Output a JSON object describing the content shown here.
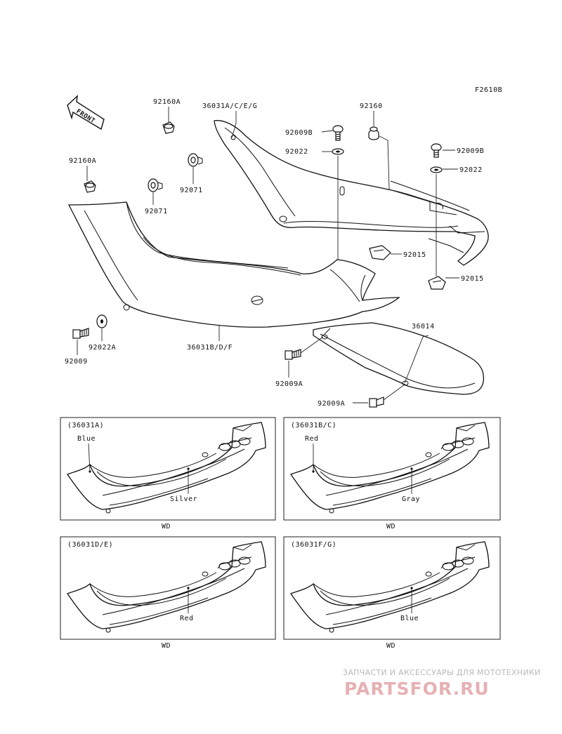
{
  "figure_code": "F2610B",
  "front_label": "FRONT",
  "callouts": {
    "p92160A_top": "92160A",
    "p36031ACEG": "36031A/C/E/G",
    "p92160": "92160",
    "p92009B_a": "92009B",
    "p92022_a": "92022",
    "p92009B_b": "92009B",
    "p92022_b": "92022",
    "p92160A_left": "92160A",
    "p92071_a": "92071",
    "p92071_b": "92071",
    "p92015_a": "92015",
    "p92015_b": "92015",
    "p36014": "36014",
    "p92009": "92009",
    "p92022A": "92022A",
    "p36031BDF": "36031B/D/F",
    "p92009A_a": "92009A",
    "p92009A_b": "92009A"
  },
  "variants": [
    {
      "title": "(36031A)",
      "color_top": "Blue",
      "color_main": "Silver",
      "market": "WD"
    },
    {
      "title": "(36031B/C)",
      "color_top": "Red",
      "color_main": "Gray",
      "market": "WD"
    },
    {
      "title": "(36031D/E)",
      "color_top": "",
      "color_main": "Red",
      "market": "WD"
    },
    {
      "title": "(36031F/G)",
      "color_top": "",
      "color_main": "Blue",
      "market": "WD"
    }
  ],
  "watermark": {
    "tagline": "ЗАПЧАСТИ И АКСЕССУАРЫ ДЛЯ МОТОТЕХНИКИ",
    "logo": "PARTSFOR.RU"
  }
}
